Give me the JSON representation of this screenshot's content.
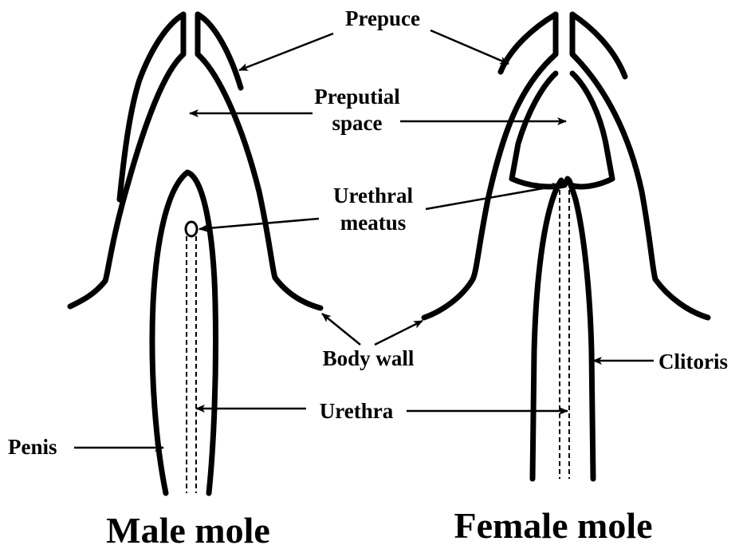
{
  "labels": {
    "prepuce": "Prepuce",
    "preputial_line1": "Preputial",
    "preputial_line2": "space",
    "urethral_line1": "Urethral",
    "urethral_line2": "meatus",
    "body_wall": "Body wall",
    "urethra": "Urethra",
    "clitoris": "Clitoris",
    "penis": "Penis"
  },
  "titles": {
    "male": "Male mole",
    "female": "Female mole"
  }
}
